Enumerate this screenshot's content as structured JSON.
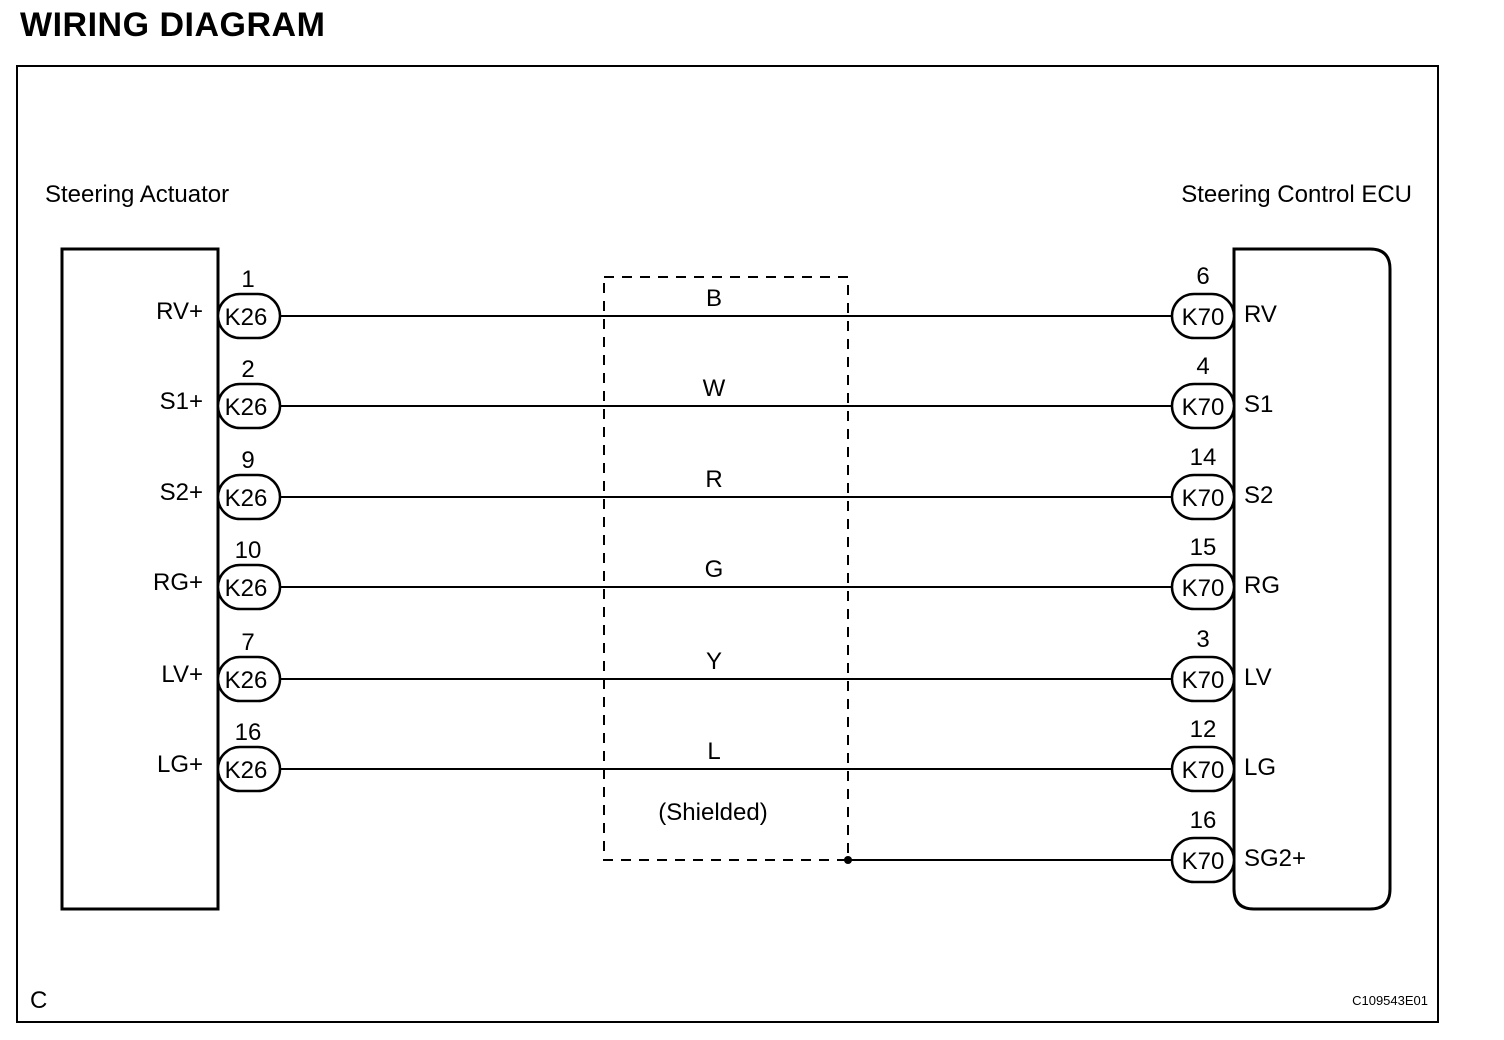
{
  "title": "WIRING DIAGRAM",
  "left_component": {
    "name": "Steering Actuator",
    "connector": "K26",
    "terminals": [
      {
        "label": "RV+",
        "pin": "1"
      },
      {
        "label": "S1+",
        "pin": "2"
      },
      {
        "label": "S2+",
        "pin": "9"
      },
      {
        "label": "RG+",
        "pin": "10"
      },
      {
        "label": "LV+",
        "pin": "7"
      },
      {
        "label": "LG+",
        "pin": "16"
      }
    ]
  },
  "right_component": {
    "name": "Steering Control ECU",
    "connector": "K70",
    "terminals": [
      {
        "label": "RV",
        "pin": "6"
      },
      {
        "label": "S1",
        "pin": "4"
      },
      {
        "label": "S2",
        "pin": "14"
      },
      {
        "label": "RG",
        "pin": "15"
      },
      {
        "label": "LV",
        "pin": "3"
      },
      {
        "label": "LG",
        "pin": "12"
      },
      {
        "label": "SG2+",
        "pin": "16"
      }
    ]
  },
  "wires": [
    "B",
    "W",
    "R",
    "G",
    "Y",
    "L"
  ],
  "shield_label": "(Shielded)",
  "corner_code": "C",
  "figure_id": "C109543E01"
}
